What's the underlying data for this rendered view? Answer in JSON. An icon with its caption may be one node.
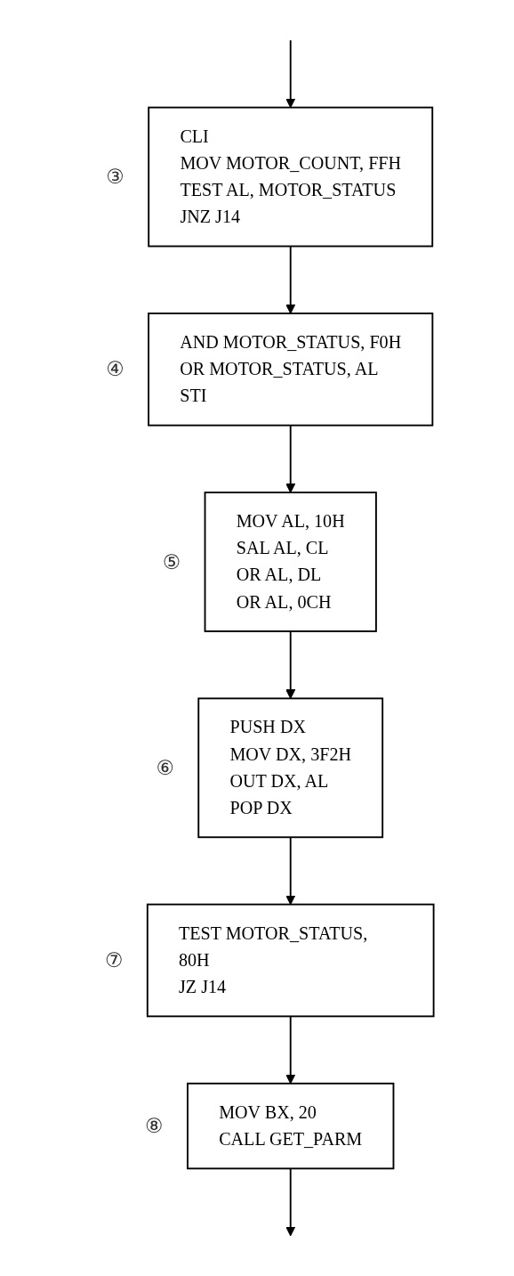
{
  "diagram": {
    "nodes": [
      {
        "text": [
          "CLI",
          "MOV MOTOR_COUNT, FFH",
          "TEST AL, MOTOR_STATUS",
          "JNZ J14"
        ],
        "beside": [
          "③"
        ]
      },
      {
        "text": [
          "AND MOTOR_STATUS, F0H",
          "OR MOTOR_STATUS, AL",
          "STI"
        ],
        "beside": [
          "④"
        ]
      },
      {
        "text": [
          "MOV AL, 10H",
          "SAL AL, CL",
          "OR AL, DL",
          "OR AL, 0CH"
        ],
        "beside": [
          "⑤"
        ]
      },
      {
        "text": [
          "PUSH DX",
          "MOV DX, 3F2H",
          "OUT DX, AL",
          "POP DX"
        ],
        "beside": [
          "⑥"
        ]
      },
      {
        "text": [
          "TEST MOTOR_STATUS, 80H",
          "JZ J14"
        ],
        "beside": [
          "⑦"
        ]
      },
      {
        "text": [
          "MOV BX, 20",
          "CALL GET_PARM"
        ],
        "beside": [
          "⑧"
        ]
      }
    ],
    "edges": [
      {
        "from": null,
        "to": 0,
        "arrow": "to"
      },
      {
        "from": 0,
        "to": 1,
        "arrow": "to"
      },
      {
        "from": 1,
        "to": 2,
        "arrow": "to"
      },
      {
        "from": 2,
        "to": 3,
        "arrow": "to"
      },
      {
        "from": 3,
        "to": 4,
        "arrow": "to"
      },
      {
        "from": 4,
        "to": 5,
        "arrow": "to"
      },
      {
        "from": 5,
        "to": null,
        "arrow": "to"
      }
    ]
  }
}
